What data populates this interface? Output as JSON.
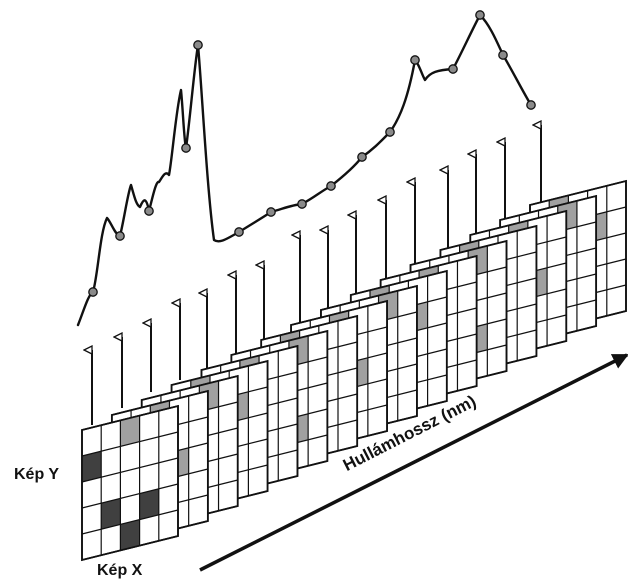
{
  "labels": {
    "image_y": "Kép Y",
    "image_x": "Kép X",
    "wavelength_axis": "Hullámhossz (nm)"
  },
  "colors": {
    "stroke": "#111111",
    "cell_fill": "#ffffff",
    "light_cell": "#a0a0a0",
    "dark_cell": "#404040"
  },
  "cube": {
    "slices": 16,
    "grid_rows": 5,
    "grid_cols": 5,
    "front_shaded_cells": [
      {
        "row": 1,
        "col": 0,
        "tone": "dark"
      },
      {
        "row": 0,
        "col": 2,
        "tone": "light"
      },
      {
        "row": 3,
        "col": 1,
        "tone": "dark"
      },
      {
        "row": 3,
        "col": 3,
        "tone": "dark"
      },
      {
        "row": 4,
        "col": 2,
        "tone": "dark"
      }
    ]
  }
}
